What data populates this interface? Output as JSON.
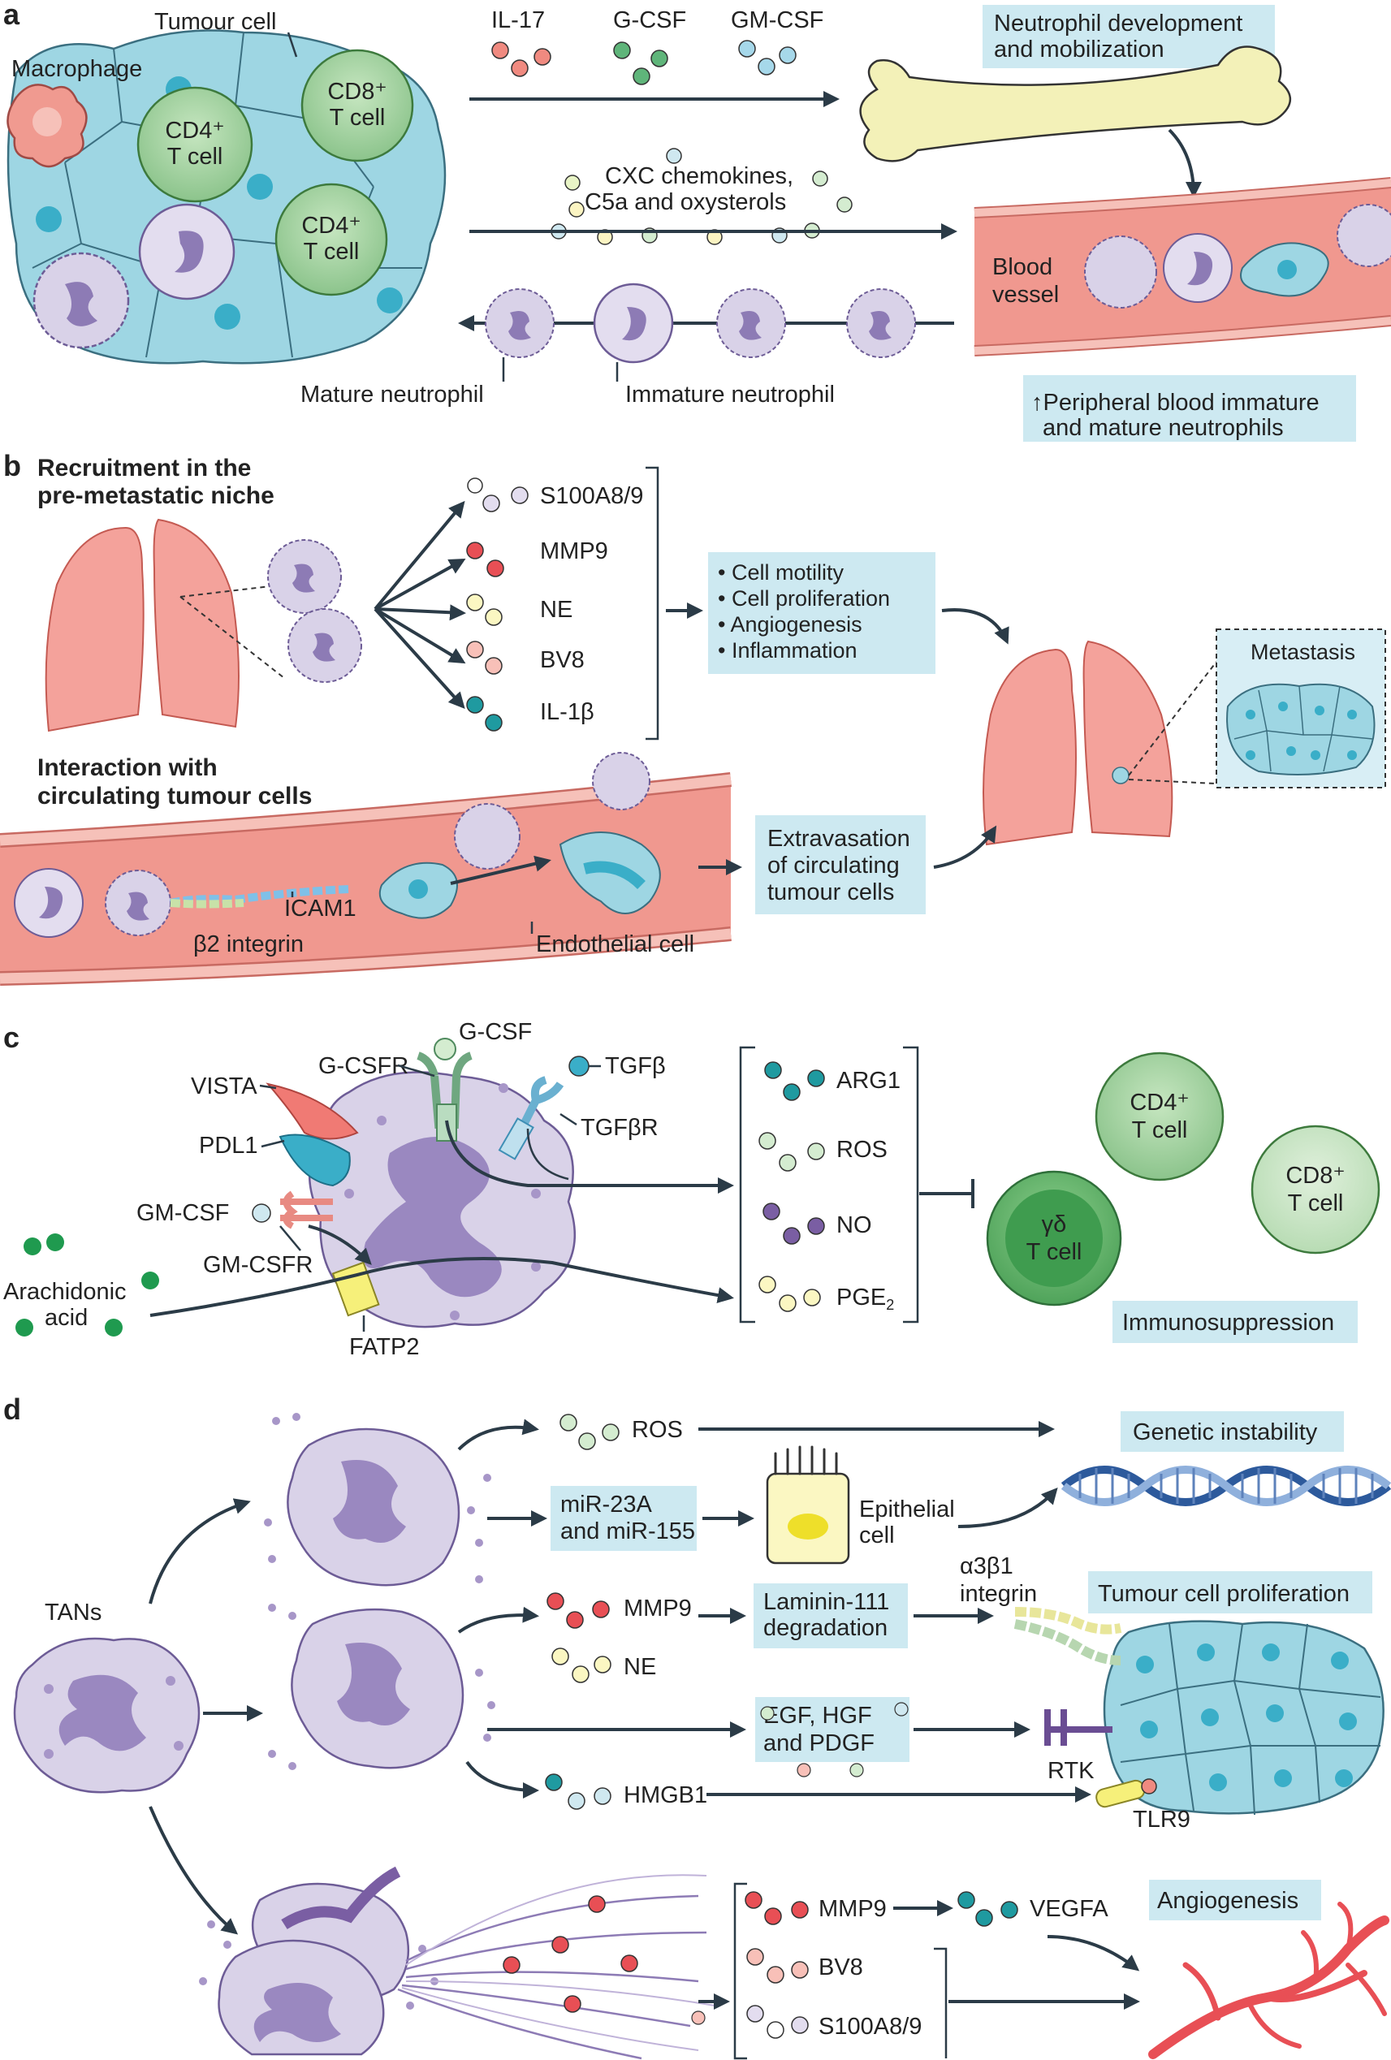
{
  "panel_a": {
    "label": "a",
    "tumour_cell": "Tumour cell",
    "macrophage": "Macrophage",
    "cd4_1": "CD4⁺",
    "cd4_1b": "T cell",
    "cd8": "CD8⁺",
    "cd8b": "T cell",
    "cd4_2": "CD4⁺",
    "cd4_2b": "T cell",
    "il17": "IL-17",
    "gcsf": "G-CSF",
    "gmcsf": "GM-CSF",
    "dev1": "Neutrophil development",
    "dev2": "and mobilization",
    "cxc1": "CXC chemokines,",
    "cxc2": "C5a and oxysterols",
    "blood1": "Blood",
    "blood2": "vessel",
    "mature": "Mature neutrophil",
    "immature": "Immature neutrophil",
    "periph1": "↑Peripheral blood immature",
    "periph2": "and mature neutrophils"
  },
  "panel_b": {
    "label": "b",
    "recruit1": "Recruitment in the",
    "recruit2": "pre-metastatic niche",
    "s100": "S100A8/9",
    "mmp9": "MMP9",
    "ne": "NE",
    "bv8": "BV8",
    "il1b": "IL-1β",
    "effects": [
      "• Cell motility",
      "• Cell proliferation",
      "• Angiogenesis",
      "• Inflammation"
    ],
    "metastasis": "Metastasis",
    "inter1": "Interaction with",
    "inter2": "circulating tumour cells",
    "icam": "ICAM1",
    "b2": "β2 integrin",
    "endo": "Endothelial cell",
    "extra1": "Extravasation",
    "extra2": "of circulating",
    "extra3": "tumour cells"
  },
  "panel_c": {
    "label": "c",
    "gcsf": "G-CSF",
    "gcsfr": "G-CSFR",
    "vista": "VISTA",
    "pdl1": "PDL1",
    "tgfb": "TGFβ",
    "tgfbr": "TGFβR",
    "gmcsf": "GM-CSF",
    "gmcsfr": "GM-CSFR",
    "arach1": "Arachidonic",
    "arach2": "acid",
    "fatp2": "FATP2",
    "arg1": "ARG1",
    "ros": "ROS",
    "no": "NO",
    "pge": "PGE",
    "cd4": "CD4⁺",
    "cd4b": "T cell",
    "cd8": "CD8⁺",
    "cd8b": "T cell",
    "gd": "γδ",
    "gdb": "T cell",
    "immuno": "Immunosuppression"
  },
  "panel_d": {
    "label": "d",
    "tans": "TANs",
    "ros": "ROS",
    "genetic": "Genetic instability",
    "mir1": "miR-23A",
    "mir2": "and miR-155",
    "epi1": "Epithelial",
    "epi2": "cell",
    "a3b1a": "α3β1",
    "a3b1b": "integrin",
    "prolif": "Tumour cell proliferation",
    "mmp9": "MMP9",
    "ne": "NE",
    "lam1": "Laminin-111",
    "lam2": "degradation",
    "egf1": "EGF, HGF",
    "egf2": "and PDGF",
    "rtk": "RTK",
    "hmgb1": "HMGB1",
    "tlr9": "TLR9",
    "mmp9b": "MMP9",
    "vegfa": "VEGFA",
    "angio": "Angiogenesis",
    "bv8": "BV8",
    "s100": "S100A8/9"
  },
  "colors": {
    "tumour": "#8fd0df",
    "tumour_nucleus": "#3aaec8",
    "neutrophil": "#d9d2e8",
    "neutrophil_nucleus": "#8d7bb5",
    "tcell": "#9fcf9f",
    "vessel": "#f0988f",
    "lung": "#f4a29b",
    "box": "#cde9f1",
    "arrow": "#2b3b47"
  }
}
